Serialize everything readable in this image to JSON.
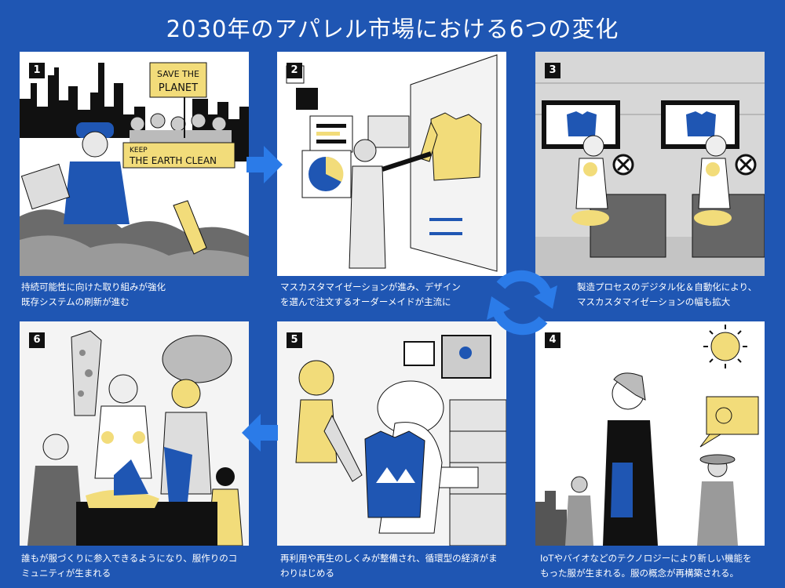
{
  "title": "2030年のアパレル市場における6つの変化",
  "colors": {
    "background": "#1f56b3",
    "accent_yellow": "#f2dc7a",
    "arrow_blue": "#2b7be8",
    "ink": "#111111"
  },
  "panels": [
    {
      "number": "1",
      "caption_lines": [
        "持続可能性に向けた取り組みが強化",
        "既存システムの刷新が進む"
      ],
      "signs": [
        "SAVE THE",
        "PLANET",
        "KEEP",
        "THE EARTH CLEAN"
      ]
    },
    {
      "number": "2",
      "caption_lines": [
        "マスカスタマイゼーションが進み、デザイン",
        "を選んで注文するオーダーメイドが主流に"
      ]
    },
    {
      "number": "3",
      "caption_lines": [
        "製造プロセスのデジタル化＆自動化により、",
        "マスカスタマイゼーションの幅も拡大"
      ]
    },
    {
      "number": "4",
      "caption_lines": [
        "IoTやバイオなどのテクノロジーにより新しい機能を",
        "もった服が生まれる。服の概念が再構築される。"
      ]
    },
    {
      "number": "5",
      "caption_lines": [
        "再利用や再生のしくみが整備され、循環型の経済がま",
        "わりはじめる"
      ]
    },
    {
      "number": "6",
      "caption_lines": [
        "誰もが服づくりに参入できるようになり、服作りのコ",
        "ミュニティが生まれる"
      ]
    }
  ]
}
